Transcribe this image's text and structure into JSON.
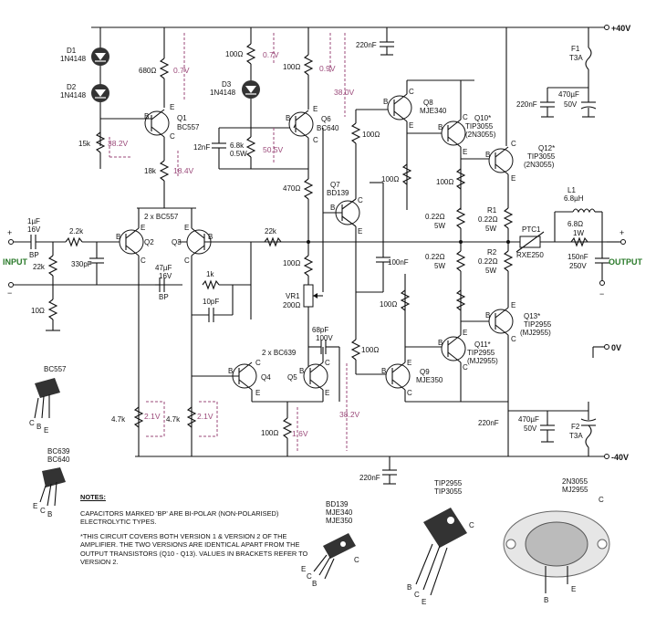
{
  "rails": {
    "pos": "+40V",
    "neg": "-40V",
    "gnd": "0V"
  },
  "io": {
    "input": "INPUT",
    "output": "OUTPUT",
    "plus": "+",
    "minus": "−"
  },
  "components": {
    "d1": [
      "D1",
      "1N4148"
    ],
    "d2": [
      "D2",
      "1N4148"
    ],
    "d3": [
      "D3",
      "1N4148"
    ],
    "r680": "680Ω",
    "r15k": "15k",
    "r18k": "18k",
    "q1": [
      "Q1",
      "BC557"
    ],
    "r100a": "100Ω",
    "r100b": "100Ω",
    "c12p": "12nF",
    "r68k": [
      "6.8k",
      "0.5W"
    ],
    "q6": [
      "Q6",
      "BC640"
    ],
    "r470": "470Ω",
    "q7": [
      "Q7",
      "BD139"
    ],
    "r100c": "100Ω",
    "q8": [
      "Q8",
      "MJE340"
    ],
    "q10": [
      "Q10*",
      "TIP3055",
      "(2N3055)"
    ],
    "q12": [
      "Q12*",
      "TIP3055",
      "(2N3055)"
    ],
    "r100d": "100Ω",
    "r100e": "100Ω",
    "c220a": "220nF",
    "c220b": "220nF",
    "c470a": [
      "470µF",
      "50V"
    ],
    "f1": [
      "F1",
      "T3A"
    ],
    "cin": [
      "1µF",
      "16V",
      "BP"
    ],
    "r22k_in": "2.2k",
    "r22k": "22k",
    "c330": "330pF",
    "r10": "10Ω",
    "q2q3": "2 x BC557",
    "q2": "Q2",
    "q3": "Q3",
    "c47": [
      "47µF",
      "16V",
      "BP"
    ],
    "r1k": "1k",
    "c10p": "10pF",
    "r22k_fb": "22k",
    "r100f": "100Ω",
    "vr1": [
      "VR1",
      "200Ω"
    ],
    "c100n_a": "100nF",
    "c68p": [
      "68pF",
      "100V"
    ],
    "r1": [
      "R1",
      "0.22Ω",
      "5W"
    ],
    "r2": [
      "R2",
      "0.22Ω",
      "5W"
    ],
    "r022a": [
      "0.22Ω",
      "5W"
    ],
    "r022b": [
      "0.22Ω",
      "5W"
    ],
    "ptc1": [
      "PTC1",
      "RXE250"
    ],
    "l1": [
      "L1",
      "6.8µH"
    ],
    "r68": [
      "6.8Ω",
      "1W"
    ],
    "c150": [
      "150nF",
      "250V"
    ],
    "q13": [
      "Q13*",
      "TIP2955",
      "(MJ2955)"
    ],
    "q11": [
      "Q11*",
      "TIP2955",
      "(MJ2955)"
    ],
    "q9": [
      "Q9",
      "MJE350"
    ],
    "q4q5": "2 x BC639",
    "q4": "Q4",
    "q5": "Q5",
    "r47a": "4.7k",
    "r47b": "4.7k",
    "r100g": "100Ω",
    "r100h": "100Ω",
    "c220c": "220nF",
    "c470b": [
      "470µF",
      "50V"
    ],
    "f2": [
      "F2",
      "T3A"
    ],
    "c220d": "220nF"
  },
  "voltages": [
    "0.7V",
    "38.2V",
    "18.4V",
    "0.7V",
    "0.9V",
    "50.5V",
    "38.0V",
    "2.1V",
    "2.1V",
    "1.6V",
    "38.2V"
  ],
  "packages": {
    "bc557": "BC557",
    "bc639": [
      "BC639",
      "BC640"
    ],
    "bd139": [
      "BD139",
      "MJE340",
      "MJE350"
    ],
    "tip": [
      "TIP2955",
      "TIP3055"
    ],
    "to3": [
      "2N3055",
      "MJ2955"
    ]
  },
  "pins": {
    "b": "B",
    "c": "C",
    "e": "E"
  },
  "notes": {
    "title": "NOTES:",
    "p1": "CAPACITORS MARKED 'BP' ARE BI-POLAR (NON-POLARISED) ELECTROLYTIC TYPES.",
    "p2": "*THIS CIRCUIT COVERS BOTH VERSION 1 & VERSION 2 OF THE AMPLIFIER. THE TWO VERSIONS ARE IDENTICAL APART FROM THE OUTPUT TRANSISTORS (Q10 - Q13). VALUES IN BRACKETS REFER TO VERSION 2."
  }
}
